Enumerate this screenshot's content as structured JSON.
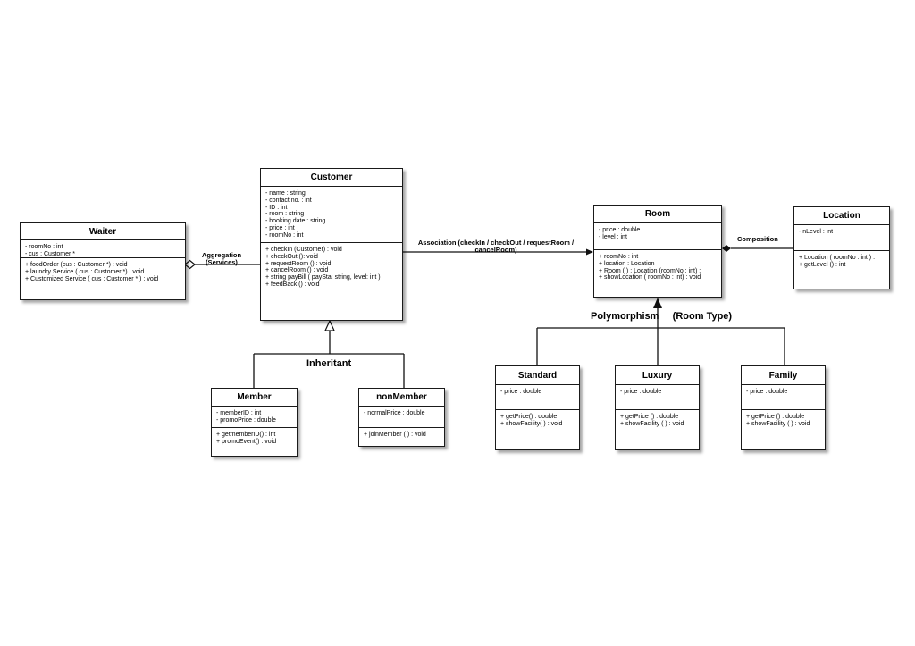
{
  "classes": {
    "waiter": {
      "name": "Waiter",
      "attributes": [
        "- roomNo : int",
        "- cus : Customer *"
      ],
      "methods": [
        "+ foodOrder (cus : Customer *) : void",
        "+ laundry Service ( cus : Customer *) : void",
        "+ Customized Service ( cus : Customer * ) : void"
      ]
    },
    "customer": {
      "name": "Customer",
      "attributes": [
        "- name : string",
        "- contact no. : int",
        "- ID : int",
        "- room : string",
        "- booking date : string",
        "- price : int",
        "- roomNo : int"
      ],
      "methods": [
        "+ checkIn (Customer) : void",
        "+ checkOut (): void",
        "+ requestRoom () : void",
        "+ cancelRoom () : void",
        "+ string payBill ( paySta: string, level: int )",
        "+ feedBack () : void"
      ]
    },
    "member": {
      "name": "Member",
      "attributes": [
        "- memberID : int",
        "- promoPrice : double"
      ],
      "methods": [
        "+ getmemberID() : int",
        "+ promoEvent() : void"
      ]
    },
    "nonmember": {
      "name": "nonMember",
      "attributes": [
        "- normalPrice : double"
      ],
      "methods": [
        "+ joinMember ( ) : void"
      ]
    },
    "room": {
      "name": "Room",
      "attributes": [
        "- price : double",
        "- level : int"
      ],
      "methods": [
        "+ roomNo : int",
        "+ location : Location",
        "+ Room ( ) : Location (roomNo : int) :",
        "+ showLocation ( roomNo : int) : void"
      ]
    },
    "location": {
      "name": "Location",
      "attributes": [
        "- nLevel : int"
      ],
      "methods": [
        "+ Location ( roomNo : int ) :",
        "+ getLevel () : int"
      ]
    },
    "standard": {
      "name": "Standard",
      "attributes": [
        "- price : double"
      ],
      "methods": [
        "+ getPrice() : double",
        "+ showFacility( ) : void"
      ]
    },
    "luxury": {
      "name": "Luxury",
      "attributes": [
        "- price : double"
      ],
      "methods": [
        "+ getPrice () : double",
        "+ showFacility ( ) : void"
      ]
    },
    "family": {
      "name": "Family",
      "attributes": [
        "- price : double"
      ],
      "methods": [
        "+ getPrice () : double",
        "+  showFacility ( ) : void"
      ]
    }
  },
  "relations": {
    "aggregation": {
      "line1": "Aggregation",
      "line2": "(Services)"
    },
    "association": {
      "line1": "Association  (checkIn / checkOut / requestRoom /",
      "line2": "cancelRoom)"
    },
    "composition": "Composition",
    "inheritance": "Inheritant",
    "polymorphism": "Polymorphism     (Room Type)"
  }
}
